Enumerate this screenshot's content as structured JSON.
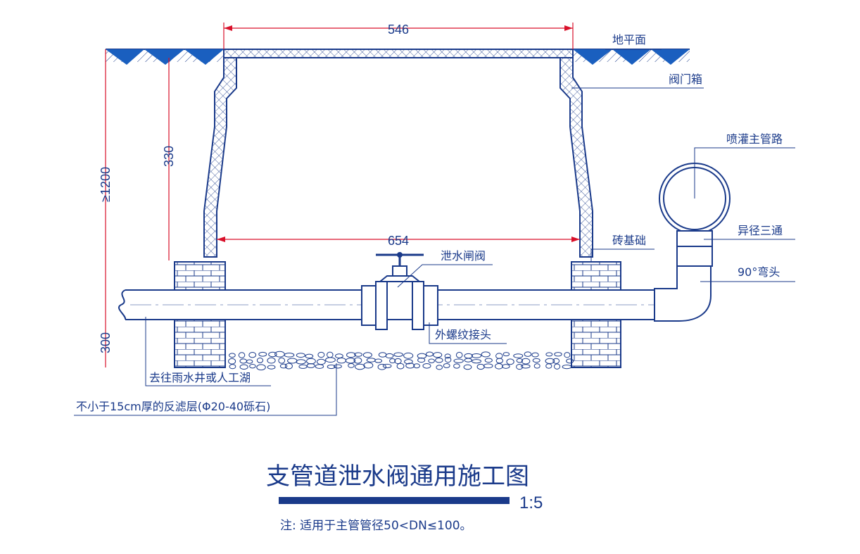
{
  "dimensions": {
    "top_width": "546",
    "bottom_width": "654",
    "box_depth": "330",
    "total_depth": "≥1200",
    "gravel_depth": "300"
  },
  "labels": {
    "ground": "地平面",
    "valve_box": "阀门箱",
    "main_pipe": "喷灌主管路",
    "reducing_tee": "异径三通",
    "elbow": "90°弯头",
    "brick_base": "砖基础",
    "drain_valve": "泄水闸阀",
    "threaded_joint": "外螺纹接头",
    "outlet": "去往雨水井或人工湖",
    "filter_layer": "不小于15cm厚的反滤层(Φ20-40砾石)"
  },
  "title": {
    "main": "支管道泄水阀通用施工图",
    "scale": "1:5",
    "note": "注: 适用于主管管径50<DN≤100。"
  },
  "colors": {
    "line": "#1a3a8a",
    "dimension": "#d9102a",
    "accent": "#1a5fbf"
  }
}
